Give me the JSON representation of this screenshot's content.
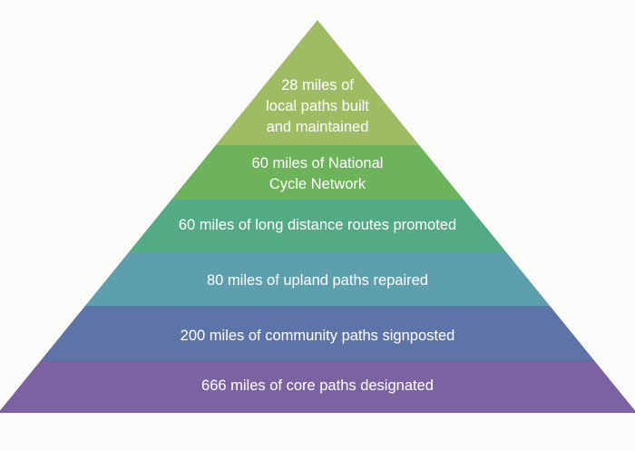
{
  "pyramid": {
    "tiers": [
      {
        "lines": [
          "28 miles of",
          "local paths built",
          "and maintained"
        ],
        "color": "#9ebd62"
      },
      {
        "lines": [
          "60 miles of National",
          "Cycle Network"
        ],
        "color": "#6cb35a"
      },
      {
        "lines": [
          "60 miles of long distance routes promoted"
        ],
        "color": "#53ab85"
      },
      {
        "lines": [
          "80 miles of upland paths repaired"
        ],
        "color": "#5e9fad"
      },
      {
        "lines": [
          "200 miles of community paths signposted"
        ],
        "color": "#5d74a8"
      },
      {
        "lines": [
          "666 miles of core paths designated"
        ],
        "color": "#7b62a1"
      }
    ]
  }
}
